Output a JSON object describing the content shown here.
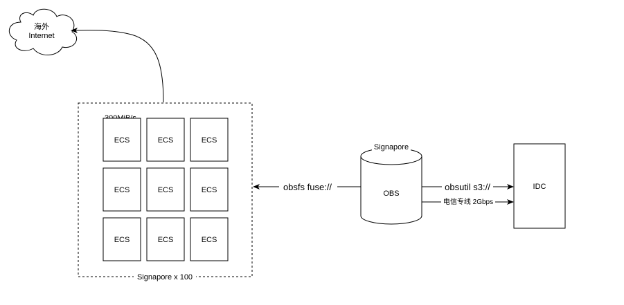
{
  "diagram": {
    "cloud": {
      "line1": "海外",
      "line2": "Internet"
    },
    "cluster": {
      "caption": "Signapore x 100",
      "bandwidth_label": "300MiB/s",
      "nodes": [
        "ECS",
        "ECS",
        "ECS",
        "ECS",
        "ECS",
        "ECS",
        "ECS",
        "ECS",
        "ECS"
      ]
    },
    "storage": {
      "name": "OBS",
      "region": "Signapore"
    },
    "datacenter": {
      "name": "IDC"
    },
    "links": {
      "obs_to_cluster": "obsfs fuse://",
      "obs_to_idc": "obsutil s3://",
      "leased_line": "电信专线 2Gbps"
    },
    "colors": {
      "stroke": "#000000",
      "fill": "#ffffff",
      "text": "#000000"
    }
  }
}
